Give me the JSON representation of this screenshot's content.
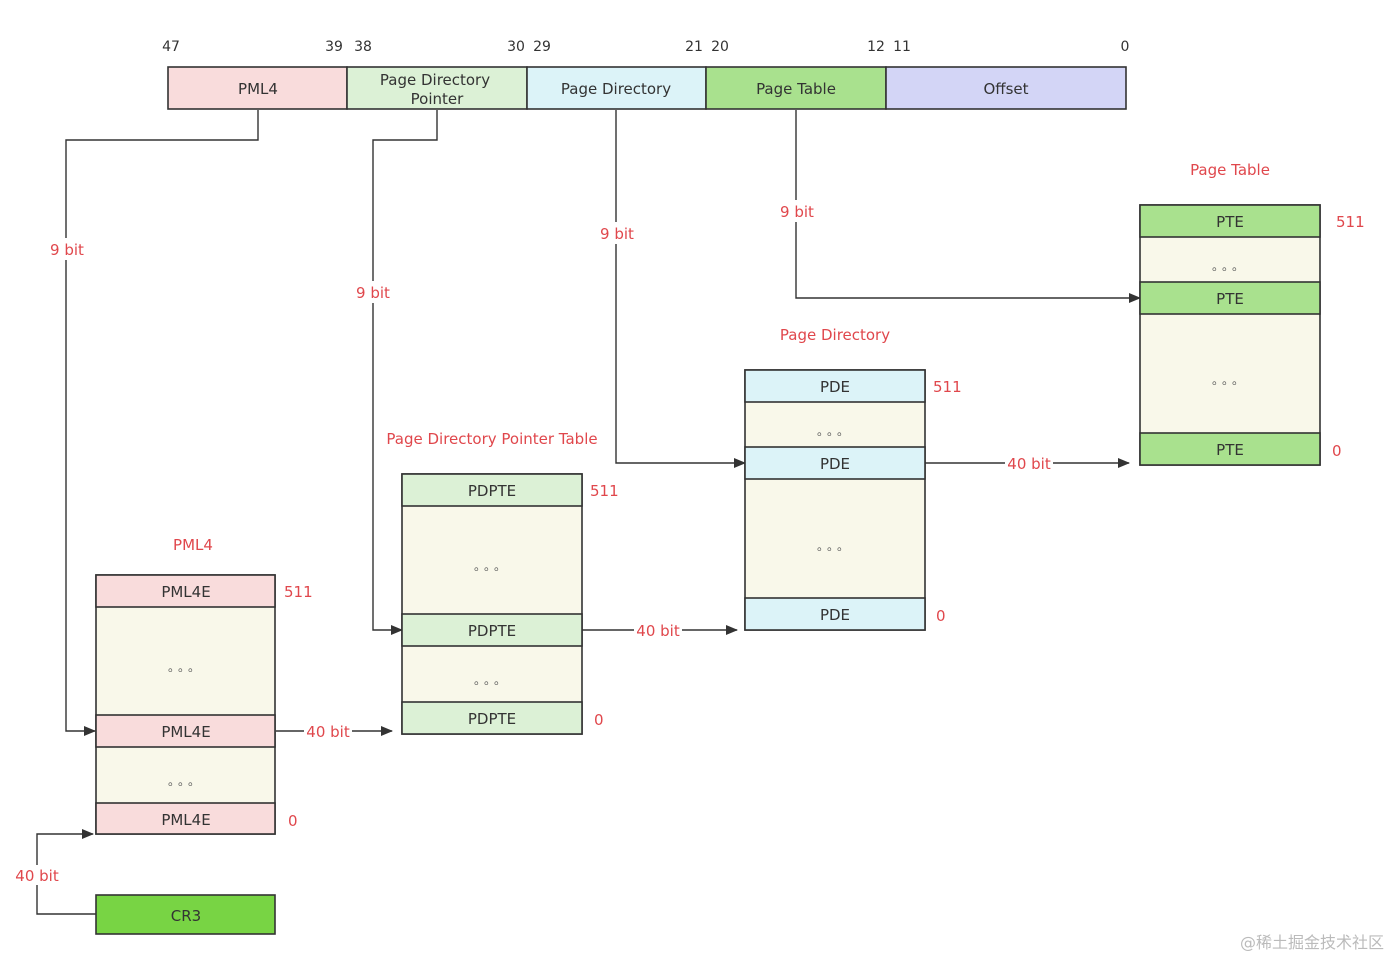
{
  "colors": {
    "pml4": "#f9dcdc",
    "pdpt": "#dcf1d6",
    "pd": "#dcf3f8",
    "pt": "#a9e18e",
    "offset": "#d3d5f6",
    "entry_bg": "#f9f8ea",
    "cr3": "#78d444",
    "label_red": "#e0474c"
  },
  "address": {
    "bit_numbers": [
      "47",
      "39",
      "38",
      "30",
      "29",
      "21",
      "20",
      "12",
      "11",
      "0"
    ],
    "fields": {
      "pml4": "PML4",
      "pdp_line1": "Page Directory",
      "pdp_line2": "Pointer",
      "pd": "Page Directory",
      "pt": "Page Table",
      "offset": "Offset"
    }
  },
  "index_width": "9 bit",
  "addr_width": "40 bit",
  "ellipsis": "。。。",
  "tables": {
    "pml4": {
      "title": "PML4",
      "entry": "PML4E",
      "top_index": "511",
      "bottom_index": "0"
    },
    "pdpt": {
      "title": "Page Directory Pointer Table",
      "entry": "PDPTE",
      "top_index": "511",
      "bottom_index": "0"
    },
    "pd": {
      "title": "Page Directory",
      "entry": "PDE",
      "top_index": "511",
      "bottom_index": "0"
    },
    "pt": {
      "title": "Page Table",
      "entry": "PTE",
      "top_index": "511",
      "bottom_index": "0"
    }
  },
  "cr3": "CR3",
  "watermark": "@稀土掘金技术社区"
}
